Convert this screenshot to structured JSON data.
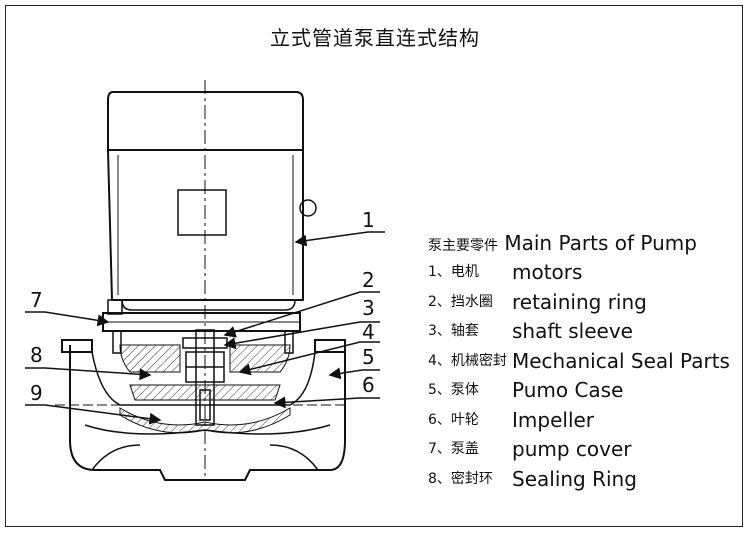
{
  "title": "立式管道泵直连式结构",
  "legend": {
    "heading_cn": "泵主要零件",
    "heading_en": "Main Parts of Pump",
    "items": [
      {
        "num": "1、",
        "cn": "电机",
        "en": "motors"
      },
      {
        "num": "2、",
        "cn": "挡水圈",
        "en": "retaining ring"
      },
      {
        "num": "3、",
        "cn": "轴套",
        "en": "shaft sleeve"
      },
      {
        "num": "4、",
        "cn": "机械密封",
        "en": "Mechanical Seal Parts"
      },
      {
        "num": "5、",
        "cn": "泵体",
        "en": "Pumo Case"
      },
      {
        "num": "6、",
        "cn": "叶轮",
        "en": "Impeller"
      },
      {
        "num": "7、",
        "cn": "泵盖",
        "en": "pump cover"
      },
      {
        "num": "8、",
        "cn": "密封环",
        "en": "Sealing Ring"
      }
    ]
  },
  "callouts": [
    {
      "label": "1"
    },
    {
      "label": "2"
    },
    {
      "label": "3"
    },
    {
      "label": "4"
    },
    {
      "label": "5"
    },
    {
      "label": "6"
    },
    {
      "label": "7"
    },
    {
      "label": "8"
    },
    {
      "label": "9"
    }
  ]
}
